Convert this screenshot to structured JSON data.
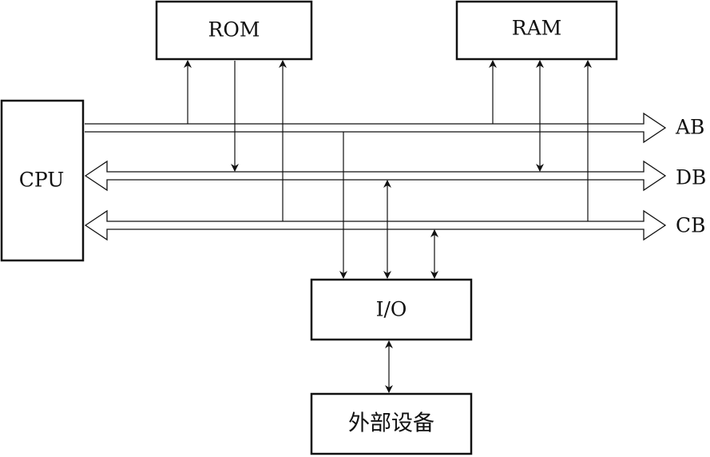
{
  "blocks": {
    "cpu": "CPU",
    "rom": "ROM",
    "ram": "RAM",
    "io": "I/O",
    "peripheral": "外部设备"
  },
  "buses": {
    "ab": "AB",
    "db": "DB",
    "cb": "CB"
  }
}
